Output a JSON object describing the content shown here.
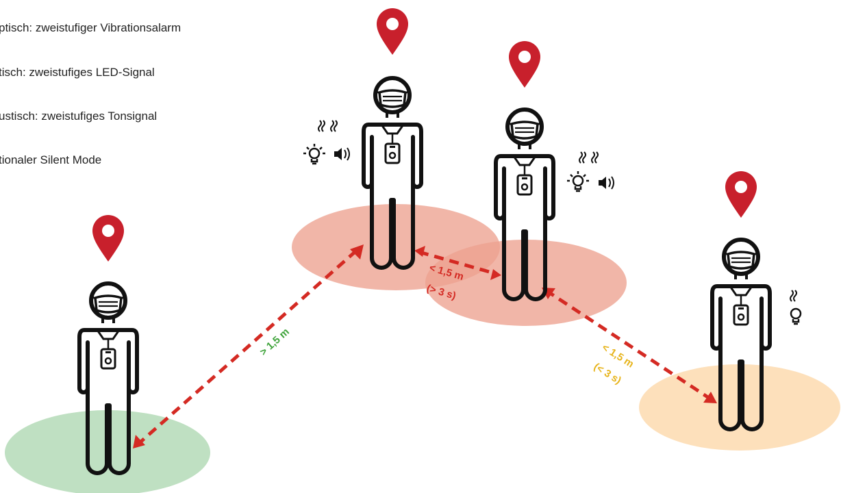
{
  "legend": {
    "items": [
      {
        "label": "ptisch: zweistufiger Vibrationsalarm"
      },
      {
        "label": "tisch: zweistufiges LED-Signal"
      },
      {
        "label": "ustisch: zweistufiges Tonsignal"
      },
      {
        "label": "tionaler Silent Mode"
      }
    ]
  },
  "distances": {
    "safe": {
      "label": "> 1,5 m",
      "color": "#3ea33a"
    },
    "danger": {
      "label": "< 1,5 m",
      "sublabel": "(> 3 s)",
      "color": "#d42a23"
    },
    "warning": {
      "label": "< 1,5 m",
      "sublabel": "(< 3 s)",
      "color": "#e7b41b"
    }
  },
  "colors": {
    "pin": "#c8202c",
    "zone_safe": "#bfe0c2",
    "zone_danger": "#eda28f",
    "zone_warning": "#fde0bb",
    "figure": "#111111"
  },
  "icons": [
    "location-pin-icon",
    "face-mask-icon",
    "id-badge-icon",
    "vibration-icon",
    "led-light-icon",
    "speaker-icon"
  ]
}
